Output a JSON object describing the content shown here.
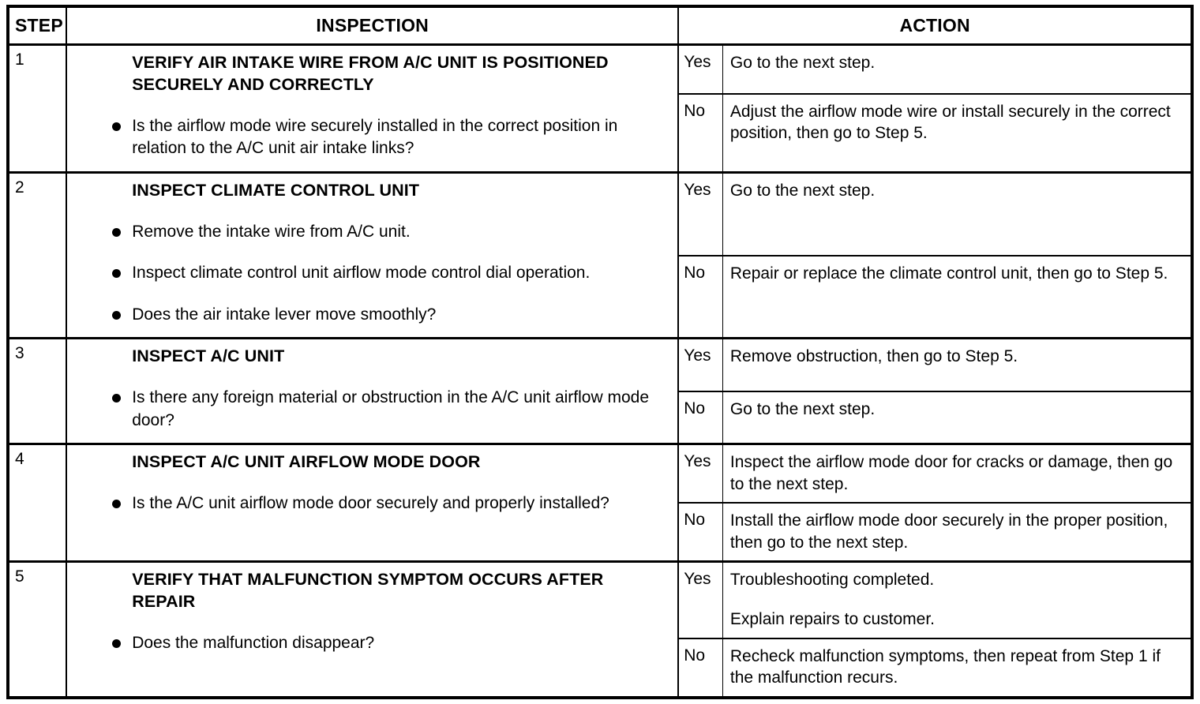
{
  "document": {
    "type": "troubleshooting-chart",
    "columns": {
      "step": "STEP",
      "inspection": "INSPECTION",
      "action": "ACTION"
    },
    "answer_labels": {
      "yes": "Yes",
      "no": "No"
    }
  },
  "rows": [
    {
      "step": "1",
      "title": "VERIFY AIR INTAKE WIRE FROM A/C UNIT IS POSITIONED SECURELY AND CORRECTLY",
      "bullets": [
        "Is the airflow mode wire securely installed in the correct position in relation to the A/C unit air intake links?"
      ],
      "yes_label": "Yes",
      "yes_action": [
        "Go to the next step."
      ],
      "no_label": "No",
      "no_action": [
        "Adjust the airflow mode wire or install securely in the correct position, then go to Step 5."
      ]
    },
    {
      "step": "2",
      "title": "INSPECT CLIMATE CONTROL UNIT",
      "bullets": [
        "Remove the intake wire from A/C unit.",
        "Inspect climate control unit airflow mode control dial operation.",
        "Does the air intake lever move smoothly?"
      ],
      "yes_label": "Yes",
      "yes_action": [
        "Go to the next step."
      ],
      "no_label": "No",
      "no_action": [
        "Repair or replace the climate control unit, then go to Step 5."
      ]
    },
    {
      "step": "3",
      "title": "INSPECT A/C UNIT",
      "bullets": [
        "Is there any foreign material or obstruction in the A/C unit airflow mode door?"
      ],
      "yes_label": "Yes",
      "yes_action": [
        "Remove obstruction, then go to Step 5."
      ],
      "no_label": "No",
      "no_action": [
        "Go to the next step."
      ]
    },
    {
      "step": "4",
      "title": "INSPECT A/C UNIT AIRFLOW MODE DOOR",
      "bullets": [
        "Is the A/C unit airflow mode door securely and properly installed?"
      ],
      "yes_label": "Yes",
      "yes_action": [
        "Inspect the airflow mode door for cracks or damage, then go to the next step."
      ],
      "no_label": "No",
      "no_action": [
        "Install the airflow mode door securely in the proper position, then go to the next step."
      ]
    },
    {
      "step": "5",
      "title": "VERIFY THAT MALFUNCTION SYMPTOM OCCURS AFTER REPAIR",
      "bullets": [
        "Does the malfunction disappear?"
      ],
      "yes_label": "Yes",
      "yes_action": [
        "Troubleshooting completed.",
        "Explain repairs to customer."
      ],
      "no_label": "No",
      "no_action": [
        "Recheck malfunction symptoms, then repeat from Step 1 if the malfunction recurs."
      ]
    }
  ]
}
